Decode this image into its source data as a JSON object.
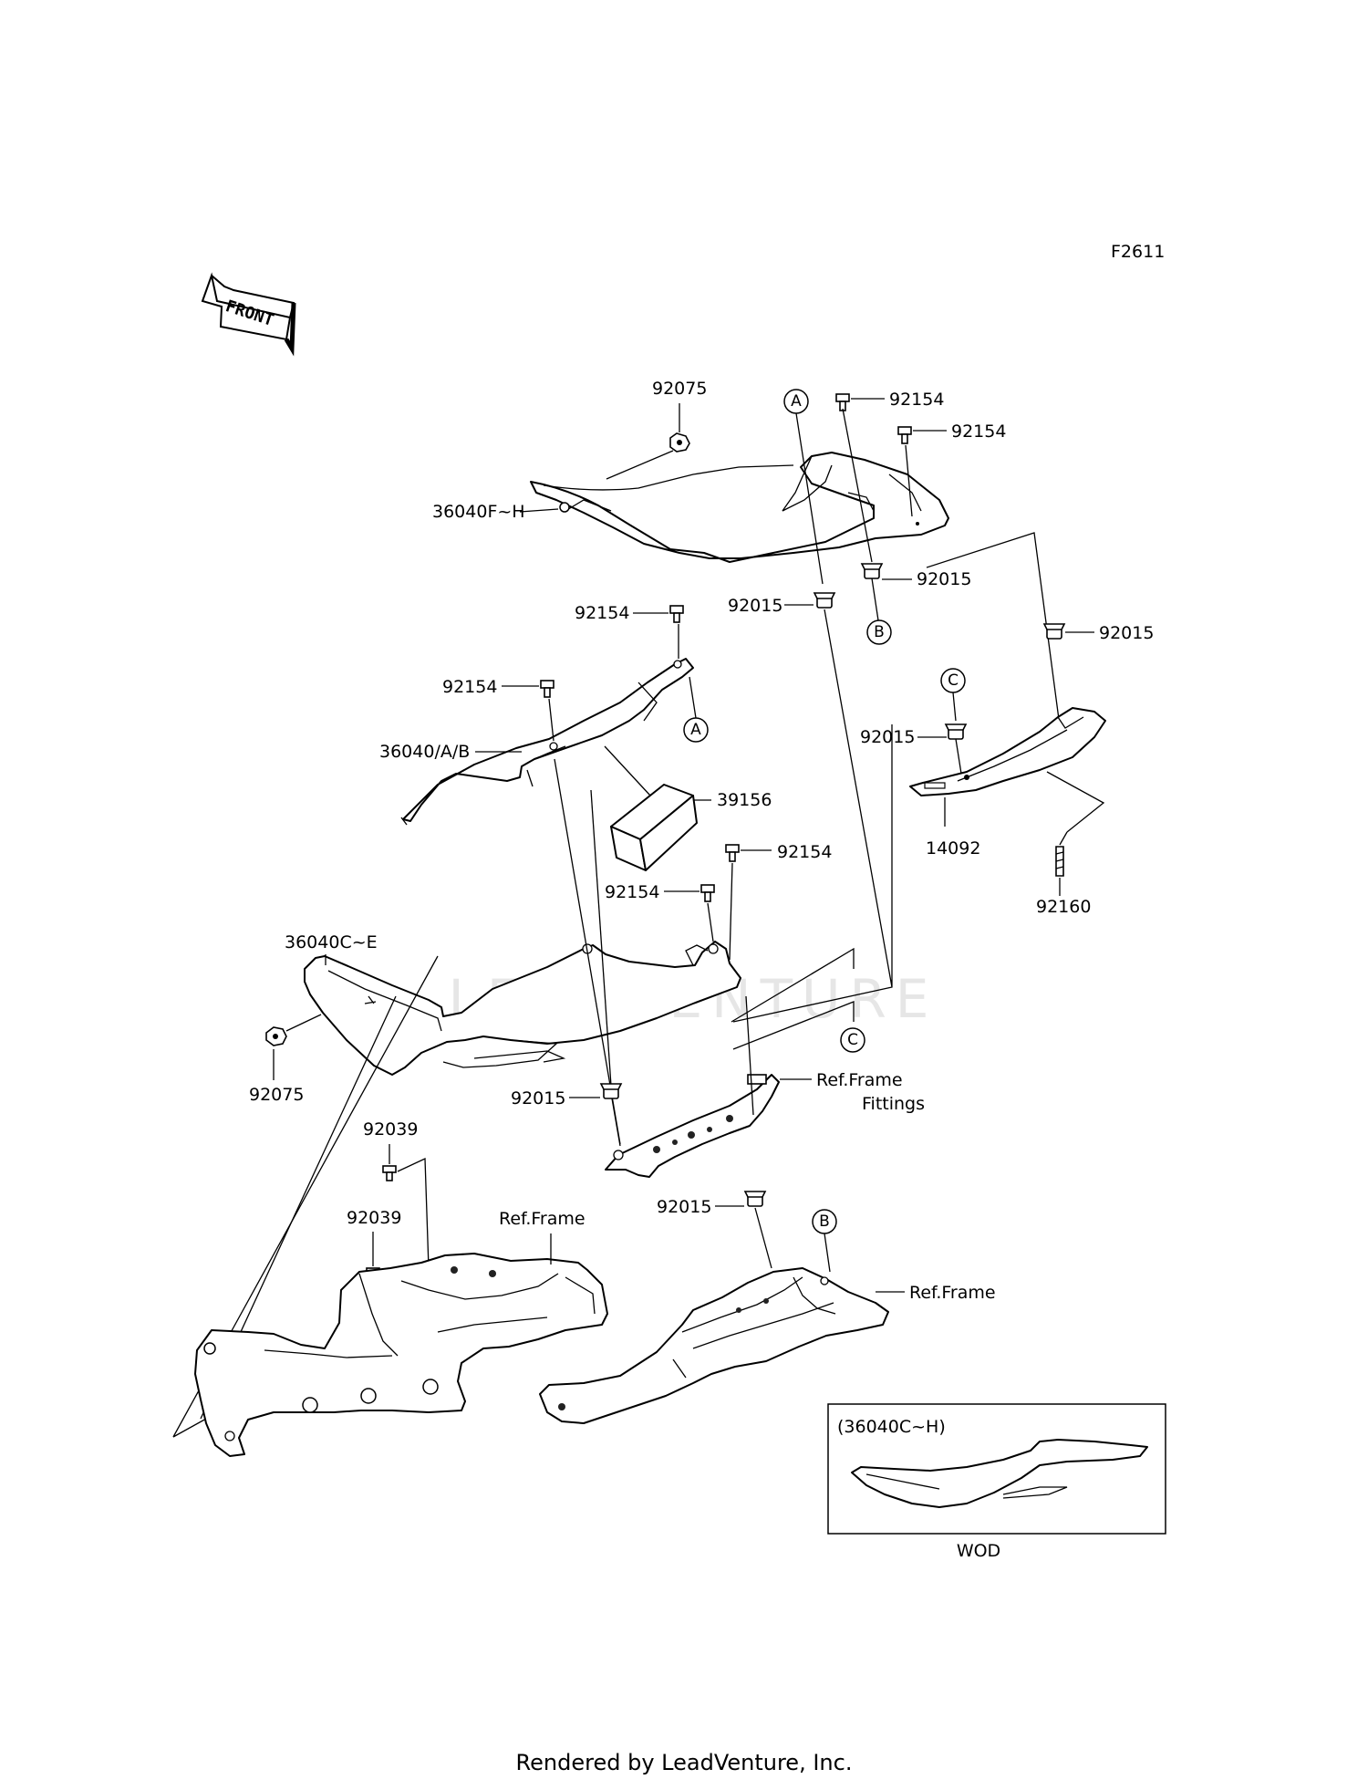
{
  "figure_id": "F2611",
  "front_arrow": "FRONT",
  "watermark": "LEADVENTURE",
  "labels": {
    "p92075_top": "92075",
    "p36040FH": "36040F~H",
    "p92154_a": "92154",
    "p92154_b": "92154",
    "p92015_a": "92015",
    "p92015_b": "92015",
    "p92015_c": "92015",
    "p92154_c": "92154",
    "p92154_d": "92154",
    "p36040AB": "36040/A/B",
    "p39156": "39156",
    "p92015_d": "92015",
    "p14092": "14092",
    "p92160": "92160",
    "p92154_e": "92154",
    "p92154_f": "92154",
    "p36040CE": "36040C~E",
    "p92075_bottom": "92075",
    "p92015_e": "92015",
    "ref_frame_fittings_1": "Ref.Frame",
    "ref_frame_fittings_2": "Fittings",
    "p92039_a": "92039",
    "p92039_b": "92039",
    "ref_frame_left": "Ref.Frame",
    "p92015_f": "92015",
    "ref_frame_right": "Ref.Frame",
    "inset_title": "(36040C~H)",
    "inset_caption": "WOD"
  },
  "callouts": {
    "a_top": "A",
    "b_mid": "B",
    "a_mid": "A",
    "c_right": "C",
    "c_mid": "C",
    "b_bottom": "B"
  },
  "footer": "Rendered by LeadVenture, Inc."
}
